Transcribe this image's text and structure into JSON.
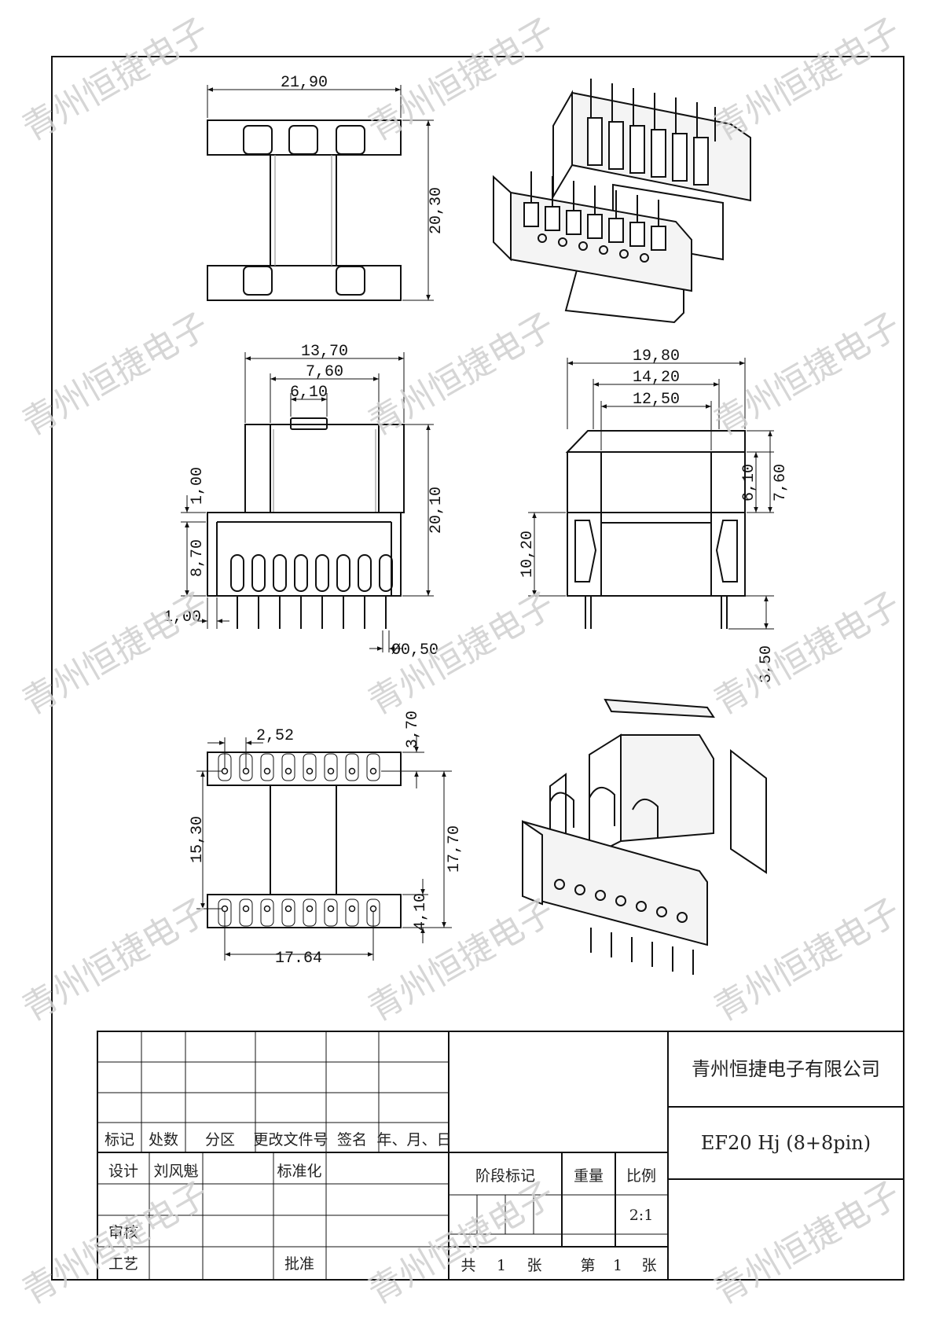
{
  "watermark": "青州恒捷电子",
  "views": {
    "top": {
      "width": "21,90",
      "height": "20,30"
    },
    "front": {
      "dims": [
        "13,70",
        "7,60",
        "6,10",
        "20,10",
        "1,00",
        "8,70",
        "1,00",
        "Ø0,50"
      ]
    },
    "side": {
      "dims": [
        "19,80",
        "14,20",
        "12,50",
        "6,10",
        "7,60",
        "10,20",
        "3,50"
      ]
    },
    "bottom": {
      "dims": [
        "2,52",
        "3,70",
        "15,30",
        "17,70",
        "4,10",
        "17.64"
      ]
    }
  },
  "title_block": {
    "company": "青州恒捷电子有限公司",
    "part": "EF20 Hj (8+8pin)",
    "revision_headers": [
      "标记",
      "处数",
      "分区",
      "更改文件号",
      "签名",
      "年、月、日"
    ],
    "designer_label": "设计",
    "designer": "刘风魁",
    "standardization_label": "标准化",
    "review_label": "审核",
    "process_label": "工艺",
    "approve_label": "批准",
    "stage_label": "阶段标记",
    "weight_label": "重量",
    "scale_label": "比例",
    "scale": "2:1",
    "sheets_total_label": "共",
    "sheets_total": "1",
    "sheet_unit": "张",
    "sheet_no_label": "第",
    "sheet_no": "1"
  }
}
